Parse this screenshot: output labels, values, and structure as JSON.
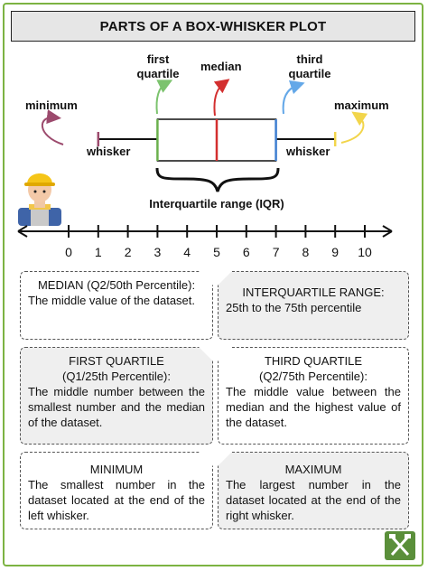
{
  "title": "PARTS OF A BOX-WHISKER PLOT",
  "labels": {
    "minimum": "minimum",
    "maximum": "maximum",
    "first_quartile_line1": "first",
    "first_quartile_line2": "quartile",
    "median": "median",
    "third_quartile_line1": "third",
    "third_quartile_line2": "quartile",
    "whisker_left": "whisker",
    "whisker_right": "whisker",
    "iqr": "Interquartile range (IQR)"
  },
  "chart_data": {
    "type": "box",
    "min": 1,
    "q1": 3,
    "median": 5,
    "q3": 7,
    "max": 9,
    "axis_range": [
      0,
      10
    ],
    "ticks": [
      "0",
      "1",
      "2",
      "3",
      "4",
      "5",
      "6",
      "7",
      "8",
      "9",
      "10"
    ]
  },
  "colors": {
    "title_bg": "#e6e6e6",
    "border": "#7cb342",
    "minimum_arrow": "#9c4a6d",
    "first_quartile_arrow": "#7cc36e",
    "median_arrow": "#d32f2f",
    "third_quartile_arrow": "#64a8e8",
    "maximum_arrow": "#f2d54b",
    "box_left_edge": "#6ab04c",
    "box_right_edge": "#3f7fd1"
  },
  "cards": {
    "median": {
      "heading": "MEDIAN (Q2/50th Percentile):",
      "body": "The middle value of the dataset."
    },
    "iqr": {
      "heading": "INTERQUARTILE RANGE:",
      "body": "25th to the 75th percentile"
    },
    "first_quartile": {
      "heading1": "FIRST QUARTILE",
      "heading2": "(Q1/25th Percentile):",
      "body": "The middle number between the smallest number and the median of the dataset."
    },
    "third_quartile": {
      "heading1": "THIRD QUARTILE",
      "heading2": "(Q2/75th Percentile):",
      "body": "The middle value between the median and the highest value of the dataset."
    },
    "minimum": {
      "heading": "MINIMUM",
      "body": "The smallest number in the dataset located at the end of the left whisker."
    },
    "maximum": {
      "heading": "MAXIMUM",
      "body": "The largest number in the dataset located at the end of the right whisker."
    }
  },
  "icons": {
    "worker": "construction-worker-icon",
    "logo": "crossed-tools-logo-icon"
  }
}
